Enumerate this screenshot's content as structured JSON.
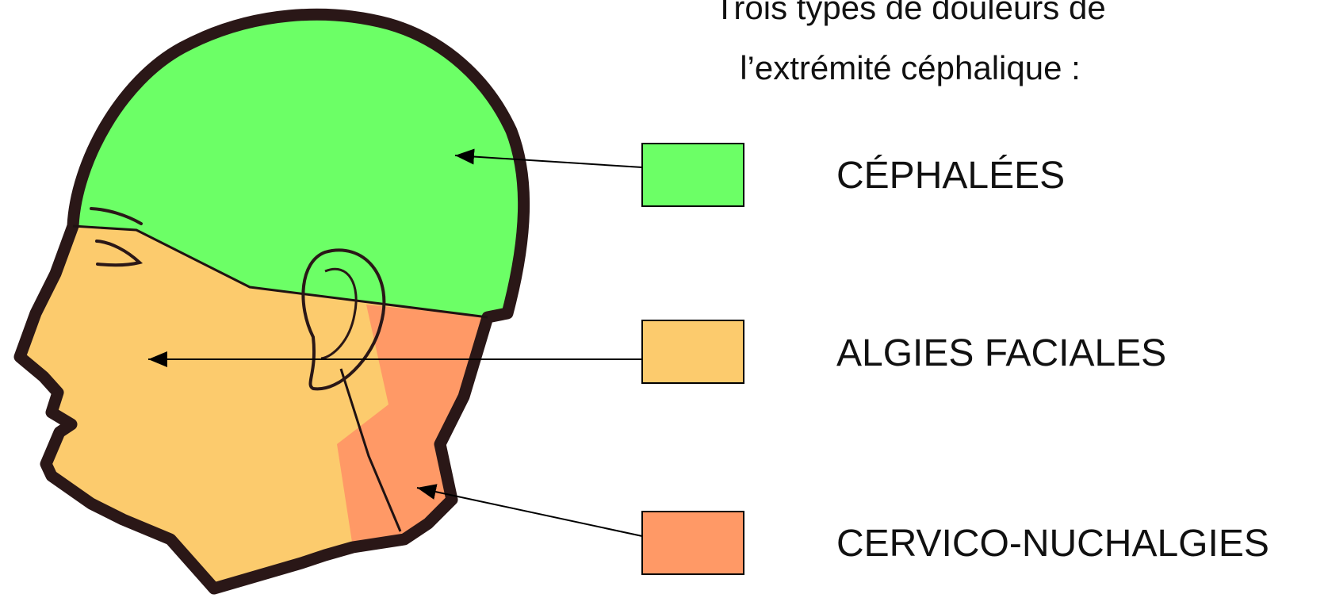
{
  "title": {
    "line1": "Trois types de douleurs de",
    "line2": "l’extrémité céphalique :"
  },
  "legend": [
    {
      "label": "CÉPHALÉES",
      "color": "#6cff66"
    },
    {
      "label": "ALGIES FACIALES",
      "color": "#fccb6d"
    },
    {
      "label": "CERVICO-NUCHALGIES",
      "color": "#ff9966"
    }
  ],
  "colors": {
    "outline": "#2a1717",
    "line": "#000000"
  }
}
